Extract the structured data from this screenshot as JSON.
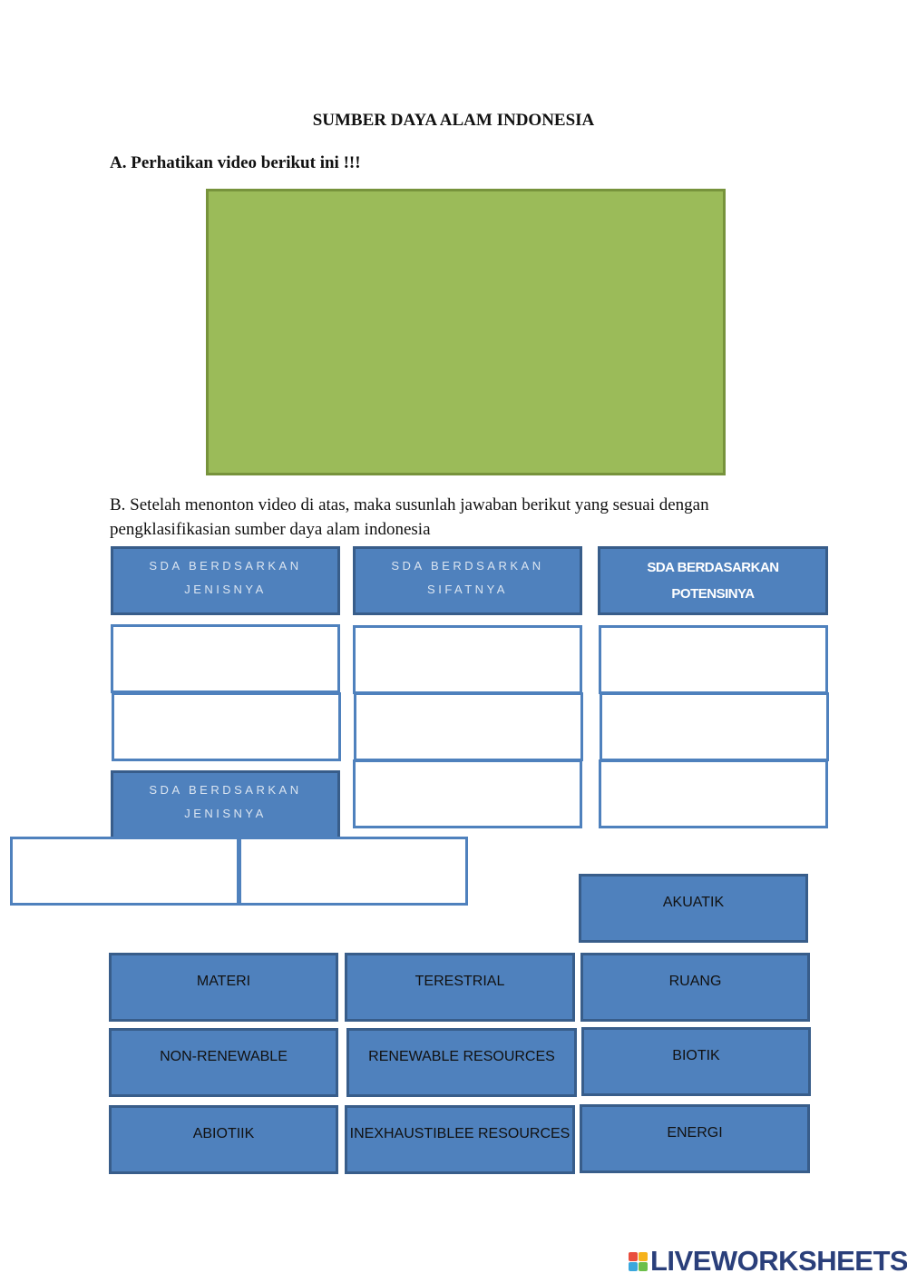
{
  "title": "SUMBER DAYA ALAM INDONESIA",
  "section_a": {
    "heading": "A. Perhatikan video berikut ini !!!"
  },
  "section_b": {
    "instruction": "B. Setelah menonton video di atas, maka susunlah jawaban berikut yang sesuai dengan pengklasifikasian sumber daya alam indonesia"
  },
  "headers": {
    "jenis_1": "SDA BERDSARKAN JENISNYA",
    "sifat": "SDA BERDSARKAN SIFATNYA",
    "potensi": "SDA BERDASARKAN POTENSINYA",
    "jenis_2": "SDA BERDSARKAN JENISNYA"
  },
  "answer_chips": {
    "akuatik": "AKUATIK",
    "materi": "MATERI",
    "terestrial": "TERESTRIAL",
    "ruang": "RUANG",
    "non_renewable": "NON-RENEWABLE",
    "renewable": "RENEWABLE RESOURCES",
    "biotik": "BIOTIK",
    "abiotiik": "ABIOTIIK",
    "inexhaustible": "INEXHAUSTIBLEE RESOURCES",
    "energi": "ENERGI"
  },
  "footer": {
    "brand": "LIVEWORKSHEETS",
    "logo_colors": [
      "#e94e3d",
      "#f6b21b",
      "#3aa7dd",
      "#6cbf4a"
    ],
    "logo_icon": "liveworksheets-logo-icon"
  },
  "colors": {
    "video_placeholder": "#9bbb59",
    "chip_fill": "#4f81bd",
    "chip_border": "#385d8a"
  }
}
